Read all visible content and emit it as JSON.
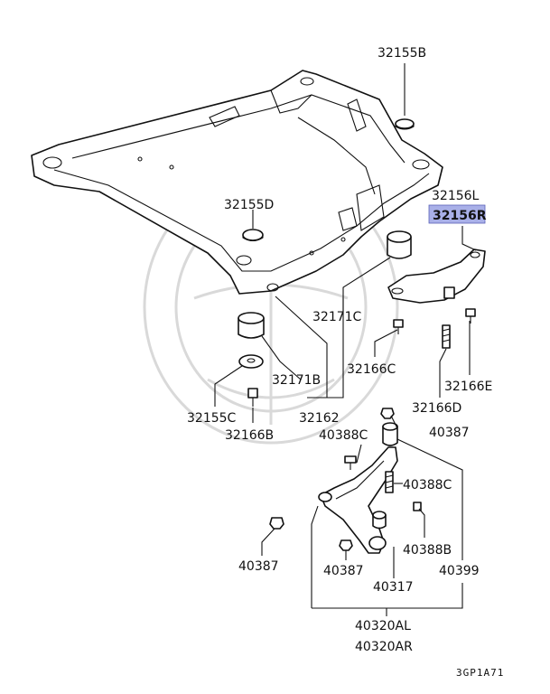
{
  "diagram": {
    "highlight_color": "#a9b0e8",
    "parts": [
      {
        "id": "p32155B",
        "number": "32155B"
      },
      {
        "id": "p32155D",
        "number": "32155D"
      },
      {
        "id": "p32156L",
        "number": "32156L"
      },
      {
        "id": "p32156R",
        "number": "32156R",
        "highlighted": true
      },
      {
        "id": "p32171C",
        "number": "32171C"
      },
      {
        "id": "p32166C",
        "number": "32166C"
      },
      {
        "id": "p32171B",
        "number": "32171B"
      },
      {
        "id": "p32166E",
        "number": "32166E"
      },
      {
        "id": "p32166D",
        "number": "32166D"
      },
      {
        "id": "p32155C",
        "number": "32155C"
      },
      {
        "id": "p32162",
        "number": "32162"
      },
      {
        "id": "p32166B",
        "number": "32166B"
      },
      {
        "id": "p40388C_a",
        "number": "40388C"
      },
      {
        "id": "p40387_a",
        "number": "40387"
      },
      {
        "id": "p40388C_b",
        "number": "40388C"
      },
      {
        "id": "p40388B",
        "number": "40388B"
      },
      {
        "id": "p40387_b",
        "number": "40387"
      },
      {
        "id": "p40387_c",
        "number": "40387"
      },
      {
        "id": "p40399",
        "number": "40399"
      },
      {
        "id": "p40317",
        "number": "40317"
      },
      {
        "id": "p40320AL",
        "number": "40320AL"
      },
      {
        "id": "p40320AR",
        "number": "40320AR"
      }
    ],
    "diagram_code": "3GP1A71"
  }
}
